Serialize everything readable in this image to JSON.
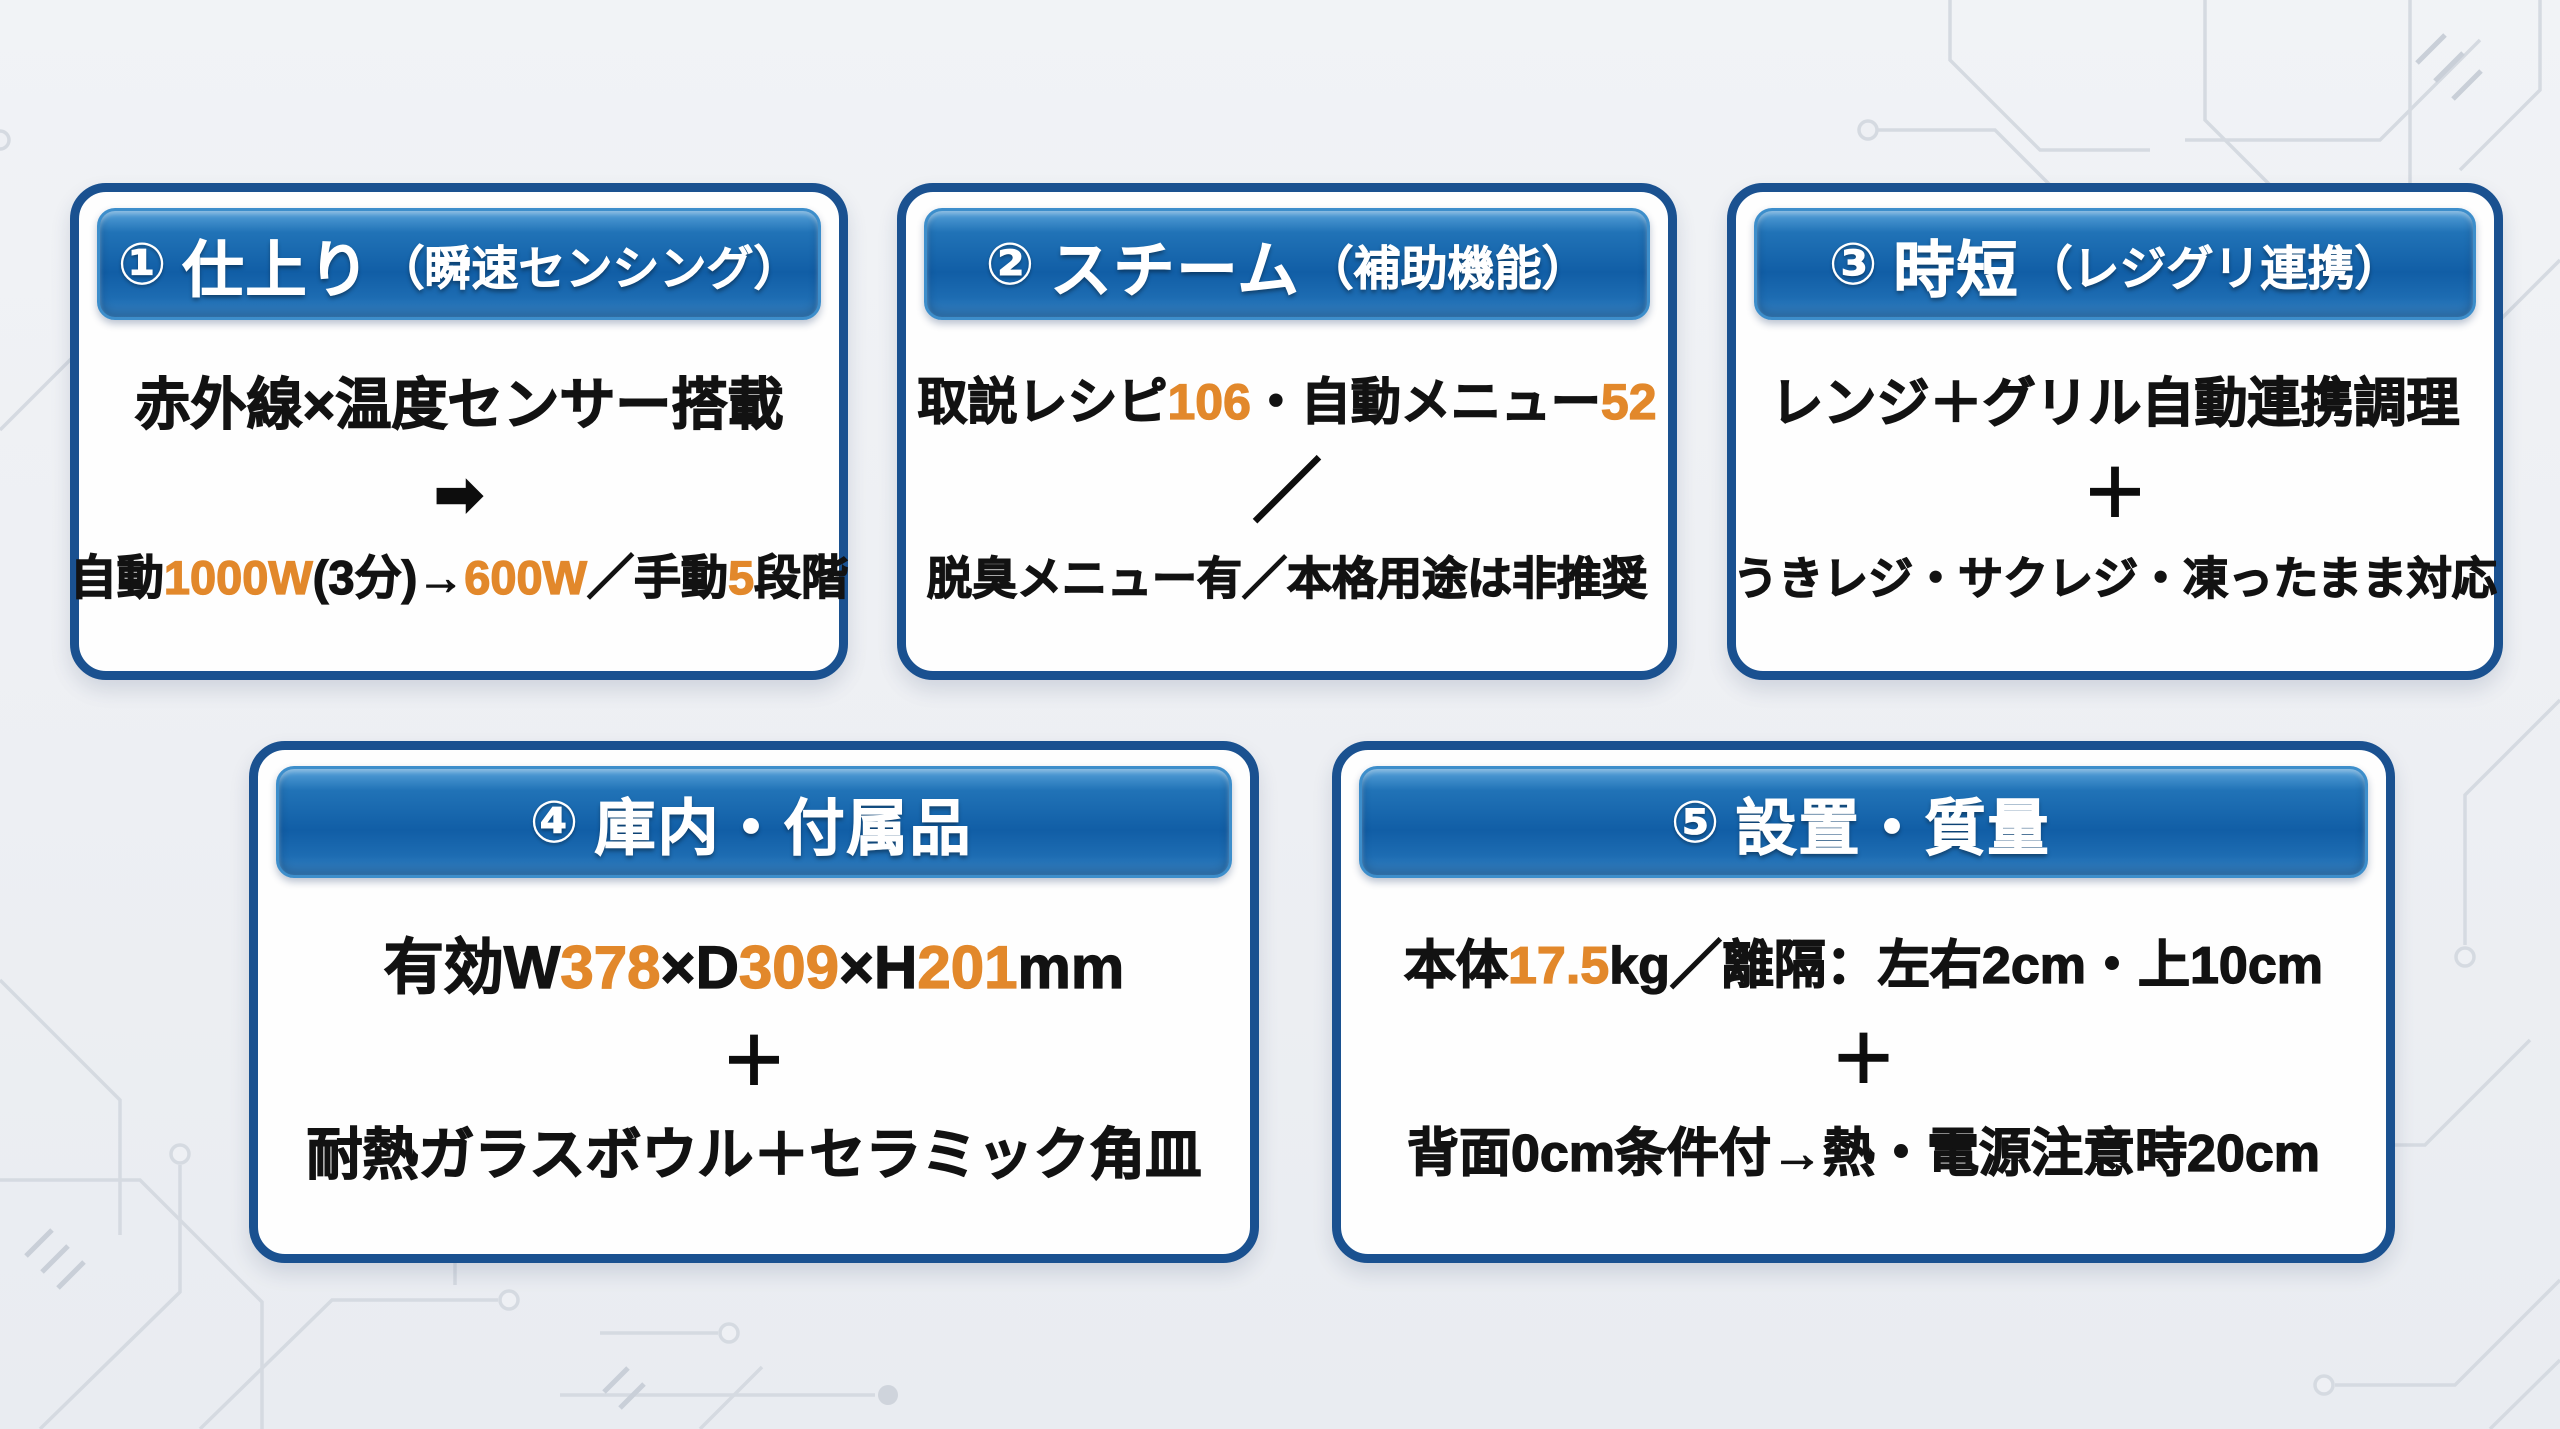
{
  "page": {
    "background_color": "#eef0f4",
    "accent_color": "#e2882b",
    "card_border_color": "#1a5190",
    "header_blue": "#115ea6",
    "header_text_color": "#ffffff",
    "body_text_color": "#121212",
    "pattern_color": "#d5dae1"
  },
  "cards": [
    {
      "header": {
        "number": "①",
        "title": "仕上り",
        "subtitle": "（瞬速センシング）"
      },
      "body": {
        "line1": [
          {
            "text": "赤外線×温度センサー搭載"
          }
        ],
        "divider": "➡",
        "line2": [
          {
            "text": "自動"
          },
          {
            "text": "1000W",
            "accent": true
          },
          {
            "text": "(3分)→"
          },
          {
            "text": "600W",
            "accent": true
          },
          {
            "text": "／手動"
          },
          {
            "text": "5",
            "accent": true
          },
          {
            "text": "段階"
          }
        ]
      }
    },
    {
      "header": {
        "number": "②",
        "title": "スチーム",
        "subtitle": "（補助機能）"
      },
      "body": {
        "line1": [
          {
            "text": "取説レシピ"
          },
          {
            "text": "106",
            "accent": true
          },
          {
            "text": "・自動メニュー"
          },
          {
            "text": "52",
            "accent": true
          }
        ],
        "divider": "／",
        "line2": [
          {
            "text": "脱臭メニュー有／本格用途は非推奨"
          }
        ]
      }
    },
    {
      "header": {
        "number": "③",
        "title": "時短",
        "subtitle": "（レジグリ連携）"
      },
      "body": {
        "line1": [
          {
            "text": "レンジ＋グリル自動連携調理"
          }
        ],
        "divider": "＋",
        "line2": [
          {
            "text": "うきレジ・サクレジ・凍ったまま対応"
          }
        ]
      }
    },
    {
      "header": {
        "number": "④",
        "title": "庫内・付属品",
        "subtitle": ""
      },
      "body": {
        "line1": [
          {
            "text": "有効W"
          },
          {
            "text": "378",
            "accent": true
          },
          {
            "text": "×D"
          },
          {
            "text": "309",
            "accent": true
          },
          {
            "text": "×H"
          },
          {
            "text": "201",
            "accent": true
          },
          {
            "text": "mm"
          }
        ],
        "divider": "＋",
        "line2": [
          {
            "text": "耐熱ガラスボウル＋セラミック角皿"
          }
        ]
      }
    },
    {
      "header": {
        "number": "⑤",
        "title": "設置・質量",
        "subtitle": ""
      },
      "body": {
        "line1": [
          {
            "text": "本体"
          },
          {
            "text": "17.5",
            "accent": true
          },
          {
            "text": "kg／離隔：左右2cm・上10cm"
          }
        ],
        "divider": "＋",
        "line2": [
          {
            "text": "背面0cm条件付→熱・電源注意時20cm"
          }
        ]
      }
    }
  ]
}
